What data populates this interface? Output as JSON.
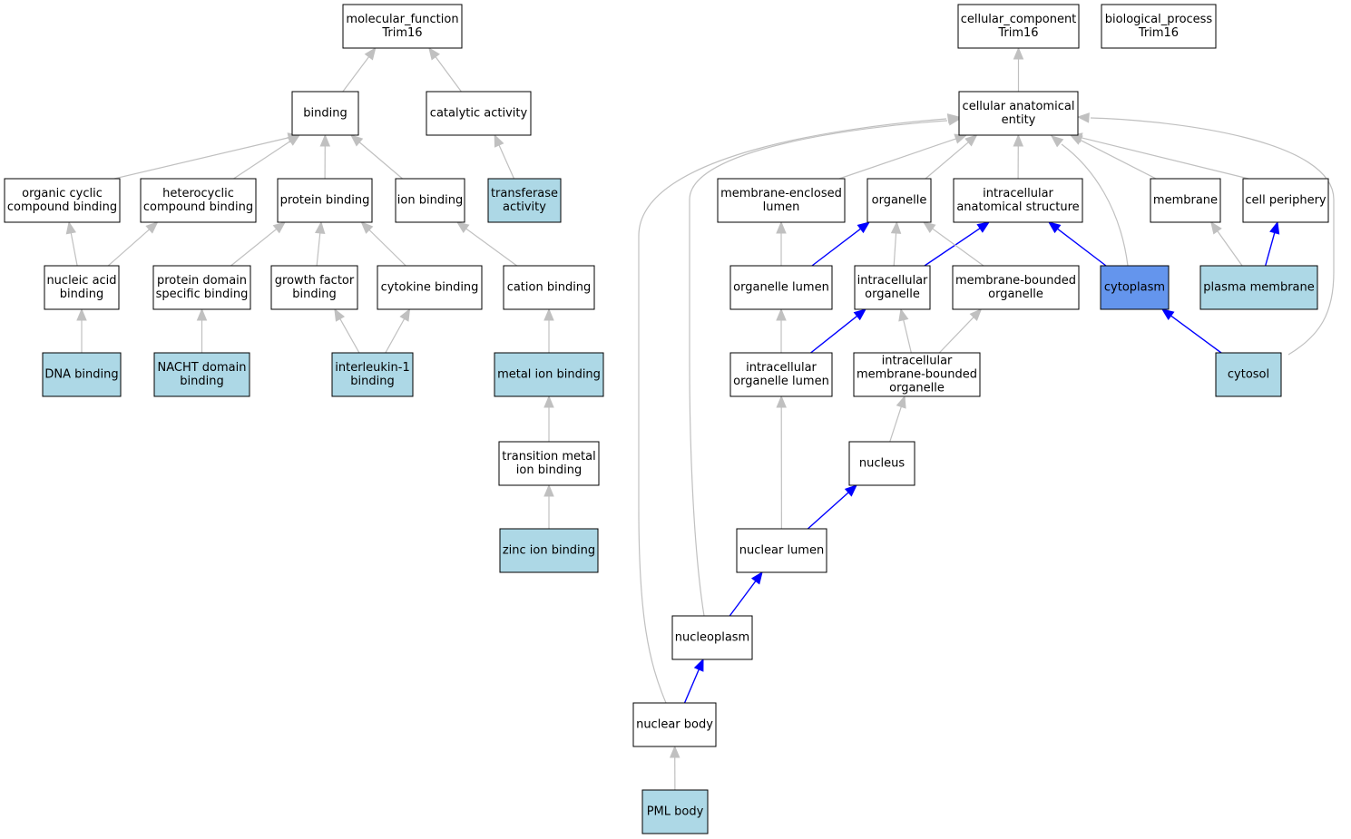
{
  "colors": {
    "plain_node": "#ffffff",
    "annotated_node": "#add8e6",
    "highlight_node": "#6495ed",
    "edge_default": "#c0c0c0",
    "edge_path": "#0000ff"
  },
  "nodes": {
    "mf_root": {
      "lines": [
        "molecular_function",
        "Trim16"
      ],
      "style": "plain"
    },
    "cc_root": {
      "lines": [
        "cellular_component",
        "Trim16"
      ],
      "style": "plain"
    },
    "bp_root": {
      "lines": [
        "biological_process",
        "Trim16"
      ],
      "style": "plain"
    },
    "binding": {
      "lines": [
        "binding"
      ],
      "style": "plain"
    },
    "catalytic_activity": {
      "lines": [
        "catalytic activity"
      ],
      "style": "plain"
    },
    "cellular_anatomical_entity": {
      "lines": [
        "cellular anatomical",
        "entity"
      ],
      "style": "plain"
    },
    "organic_cyclic": {
      "lines": [
        "organic cyclic",
        "compound binding"
      ],
      "style": "plain"
    },
    "heterocyclic": {
      "lines": [
        "heterocyclic",
        "compound binding"
      ],
      "style": "plain"
    },
    "protein_binding": {
      "lines": [
        "protein binding"
      ],
      "style": "plain"
    },
    "ion_binding": {
      "lines": [
        "ion binding"
      ],
      "style": "plain"
    },
    "transferase": {
      "lines": [
        "transferase",
        "activity"
      ],
      "style": "annotated"
    },
    "membrane_enclosed_lumen": {
      "lines": [
        "membrane-enclosed",
        "lumen"
      ],
      "style": "plain"
    },
    "organelle": {
      "lines": [
        "organelle"
      ],
      "style": "plain"
    },
    "intracellular_structure": {
      "lines": [
        "intracellular",
        "anatomical structure"
      ],
      "style": "plain"
    },
    "membrane": {
      "lines": [
        "membrane"
      ],
      "style": "plain"
    },
    "cell_periphery": {
      "lines": [
        "cell periphery"
      ],
      "style": "plain"
    },
    "nucleic_acid": {
      "lines": [
        "nucleic acid",
        "binding"
      ],
      "style": "plain"
    },
    "protein_domain": {
      "lines": [
        "protein domain",
        "specific binding"
      ],
      "style": "plain"
    },
    "growth_factor": {
      "lines": [
        "growth factor",
        "binding"
      ],
      "style": "plain"
    },
    "cytokine": {
      "lines": [
        "cytokine binding"
      ],
      "style": "plain"
    },
    "cation": {
      "lines": [
        "cation binding"
      ],
      "style": "plain"
    },
    "organelle_lumen": {
      "lines": [
        "organelle lumen"
      ],
      "style": "plain"
    },
    "intracellular_organelle": {
      "lines": [
        "intracellular",
        "organelle"
      ],
      "style": "plain"
    },
    "membrane_bounded_organelle": {
      "lines": [
        "membrane-bounded",
        "organelle"
      ],
      "style": "plain"
    },
    "cytoplasm": {
      "lines": [
        "cytoplasm"
      ],
      "style": "highlight"
    },
    "plasma_membrane": {
      "lines": [
        "plasma membrane"
      ],
      "style": "annotated"
    },
    "dna_binding": {
      "lines": [
        "DNA binding"
      ],
      "style": "annotated"
    },
    "nacht": {
      "lines": [
        "NACHT domain",
        "binding"
      ],
      "style": "annotated"
    },
    "il1": {
      "lines": [
        "interleukin-1",
        "binding"
      ],
      "style": "annotated"
    },
    "metal_ion": {
      "lines": [
        "metal ion binding"
      ],
      "style": "annotated"
    },
    "intracellular_organelle_lumen": {
      "lines": [
        "intracellular",
        "organelle lumen"
      ],
      "style": "plain"
    },
    "intracellular_mbo": {
      "lines": [
        "intracellular",
        "membrane-bounded",
        "organelle"
      ],
      "style": "plain"
    },
    "cytosol": {
      "lines": [
        "cytosol"
      ],
      "style": "annotated"
    },
    "transition_metal": {
      "lines": [
        "transition metal",
        "ion binding"
      ],
      "style": "plain"
    },
    "nucleus": {
      "lines": [
        "nucleus"
      ],
      "style": "plain"
    },
    "zinc_ion": {
      "lines": [
        "zinc ion binding"
      ],
      "style": "annotated"
    },
    "nuclear_lumen": {
      "lines": [
        "nuclear lumen"
      ],
      "style": "plain"
    },
    "nucleoplasm": {
      "lines": [
        "nucleoplasm"
      ],
      "style": "plain"
    },
    "nuclear_body": {
      "lines": [
        "nuclear body"
      ],
      "style": "plain"
    },
    "pml_body": {
      "lines": [
        "PML body"
      ],
      "style": "annotated"
    }
  },
  "edges": [
    {
      "from": "binding",
      "to": "mf_root",
      "path": false
    },
    {
      "from": "catalytic_activity",
      "to": "mf_root",
      "path": false
    },
    {
      "from": "organic_cyclic",
      "to": "binding",
      "path": false
    },
    {
      "from": "heterocyclic",
      "to": "binding",
      "path": false
    },
    {
      "from": "protein_binding",
      "to": "binding",
      "path": false
    },
    {
      "from": "ion_binding",
      "to": "binding",
      "path": false
    },
    {
      "from": "transferase",
      "to": "catalytic_activity",
      "path": false
    },
    {
      "from": "nucleic_acid",
      "to": "organic_cyclic",
      "path": false
    },
    {
      "from": "nucleic_acid",
      "to": "heterocyclic",
      "path": false
    },
    {
      "from": "protein_domain",
      "to": "protein_binding",
      "path": false
    },
    {
      "from": "growth_factor",
      "to": "protein_binding",
      "path": false
    },
    {
      "from": "cytokine",
      "to": "protein_binding",
      "path": false
    },
    {
      "from": "cation",
      "to": "ion_binding",
      "path": false
    },
    {
      "from": "dna_binding",
      "to": "nucleic_acid",
      "path": false
    },
    {
      "from": "nacht",
      "to": "protein_domain",
      "path": false
    },
    {
      "from": "il1",
      "to": "growth_factor",
      "path": false
    },
    {
      "from": "il1",
      "to": "cytokine",
      "path": false
    },
    {
      "from": "metal_ion",
      "to": "cation",
      "path": false
    },
    {
      "from": "transition_metal",
      "to": "metal_ion",
      "path": false
    },
    {
      "from": "zinc_ion",
      "to": "transition_metal",
      "path": false
    },
    {
      "from": "cellular_anatomical_entity",
      "to": "cc_root",
      "path": false
    },
    {
      "from": "membrane_enclosed_lumen",
      "to": "cellular_anatomical_entity",
      "path": false
    },
    {
      "from": "organelle",
      "to": "cellular_anatomical_entity",
      "path": false
    },
    {
      "from": "intracellular_structure",
      "to": "cellular_anatomical_entity",
      "path": false
    },
    {
      "from": "membrane",
      "to": "cellular_anatomical_entity",
      "path": false
    },
    {
      "from": "cell_periphery",
      "to": "cellular_anatomical_entity",
      "path": false
    },
    {
      "from": "cytoplasm",
      "to": "cellular_anatomical_entity",
      "path": false
    },
    {
      "from": "cytosol",
      "to": "cellular_anatomical_entity",
      "path": false
    },
    {
      "from": "nucleoplasm",
      "to": "cellular_anatomical_entity",
      "path": false
    },
    {
      "from": "nuclear_body",
      "to": "cellular_anatomical_entity",
      "path": false
    },
    {
      "from": "organelle_lumen",
      "to": "membrane_enclosed_lumen",
      "path": false
    },
    {
      "from": "organelle_lumen",
      "to": "organelle",
      "path": true
    },
    {
      "from": "intracellular_organelle",
      "to": "organelle",
      "path": false
    },
    {
      "from": "intracellular_organelle",
      "to": "intracellular_structure",
      "path": true
    },
    {
      "from": "membrane_bounded_organelle",
      "to": "organelle",
      "path": false
    },
    {
      "from": "cytoplasm",
      "to": "intracellular_structure",
      "path": true
    },
    {
      "from": "plasma_membrane",
      "to": "membrane",
      "path": false
    },
    {
      "from": "plasma_membrane",
      "to": "cell_periphery",
      "path": true
    },
    {
      "from": "intracellular_organelle_lumen",
      "to": "organelle_lumen",
      "path": false
    },
    {
      "from": "intracellular_organelle_lumen",
      "to": "intracellular_organelle",
      "path": true
    },
    {
      "from": "intracellular_mbo",
      "to": "intracellular_organelle",
      "path": false
    },
    {
      "from": "intracellular_mbo",
      "to": "membrane_bounded_organelle",
      "path": false
    },
    {
      "from": "cytosol",
      "to": "cytoplasm",
      "path": true
    },
    {
      "from": "nucleus",
      "to": "intracellular_mbo",
      "path": false
    },
    {
      "from": "nuclear_lumen",
      "to": "intracellular_organelle_lumen",
      "path": false
    },
    {
      "from": "nuclear_lumen",
      "to": "nucleus",
      "path": true
    },
    {
      "from": "nucleoplasm",
      "to": "nuclear_lumen",
      "path": true
    },
    {
      "from": "nuclear_body",
      "to": "nucleoplasm",
      "path": true
    },
    {
      "from": "pml_body",
      "to": "nuclear_body",
      "path": false
    }
  ]
}
